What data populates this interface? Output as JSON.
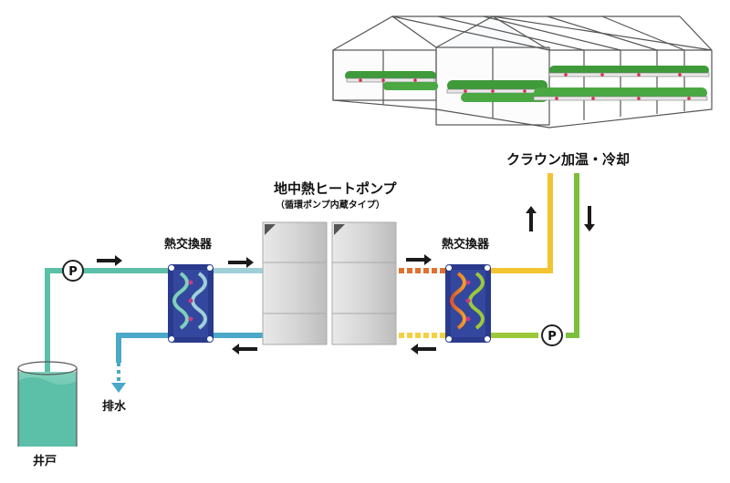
{
  "labels": {
    "greenhouse": "クラウン加温・冷却",
    "heat_pump_title": "地中熱ヒートポンプ",
    "heat_pump_subtitle": "（循環ポンプ内蔵タイプ）",
    "hx_left": "熱交換器",
    "hx_right": "熱交換器",
    "well": "井戸",
    "drain": "排水",
    "pump_left": "P",
    "pump_right": "P"
  },
  "colors": {
    "well_water": "#5cbfa8",
    "drain_water": "#4aa8c8",
    "supply_warm": "#f4c430",
    "return_green": "#7cbf3a",
    "hot_orange": "#e07030",
    "hx_body": "#2a3a8c",
    "unit_gray": "#d8d8d8",
    "arrow": "#1a1a1a"
  },
  "icons": [
    "greenhouse-icon",
    "heat-exchanger-icon",
    "heat-pump-unit-icon",
    "pump-icon",
    "well-tank-icon",
    "flow-arrow-icon"
  ]
}
